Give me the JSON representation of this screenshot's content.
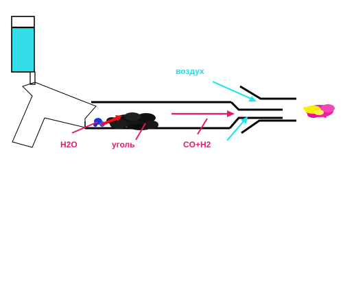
{
  "labels": {
    "air": "воздух",
    "water": "H2O",
    "coal": "уголь",
    "syngas": "CO+H2"
  },
  "colors": {
    "water_tank": "#33dde8",
    "air_arrow": "#22e6ee",
    "label_magenta": "#e8186a",
    "water_drop": "#2233dd",
    "red_arrow": "#ee1111",
    "flame_yellow": "#f5f000",
    "flame_pink": "#ee22aa"
  }
}
